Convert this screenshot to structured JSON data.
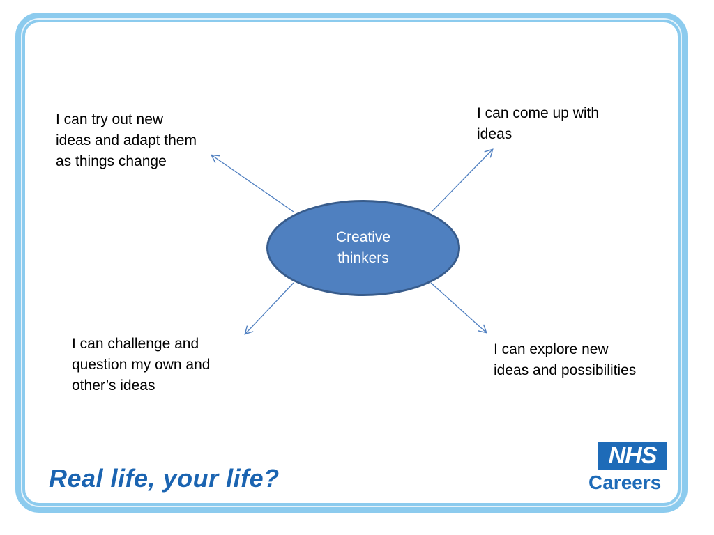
{
  "diagram": {
    "center": {
      "label": "Creative\nthinkers",
      "fill": "#4f80c0",
      "stroke": "#385c8c"
    },
    "nodes": [
      {
        "id": "top-left",
        "text": "I can try out new\nideas and adapt them\nas things change"
      },
      {
        "id": "top-right",
        "text": "I can come up with\nideas"
      },
      {
        "id": "bottom-left",
        "text": "I can challenge and\nquestion my own and\nother’s ideas"
      },
      {
        "id": "bottom-right",
        "text": "I can explore new\nideas and possibilities"
      }
    ],
    "arrow_color": "#4f7fc0"
  },
  "footer": {
    "tagline": "Real life, your life?",
    "logo_nhs": "NHS",
    "logo_careers": "Careers",
    "brand_color": "#1e6bb8"
  },
  "frame_color": "#8ccbee"
}
